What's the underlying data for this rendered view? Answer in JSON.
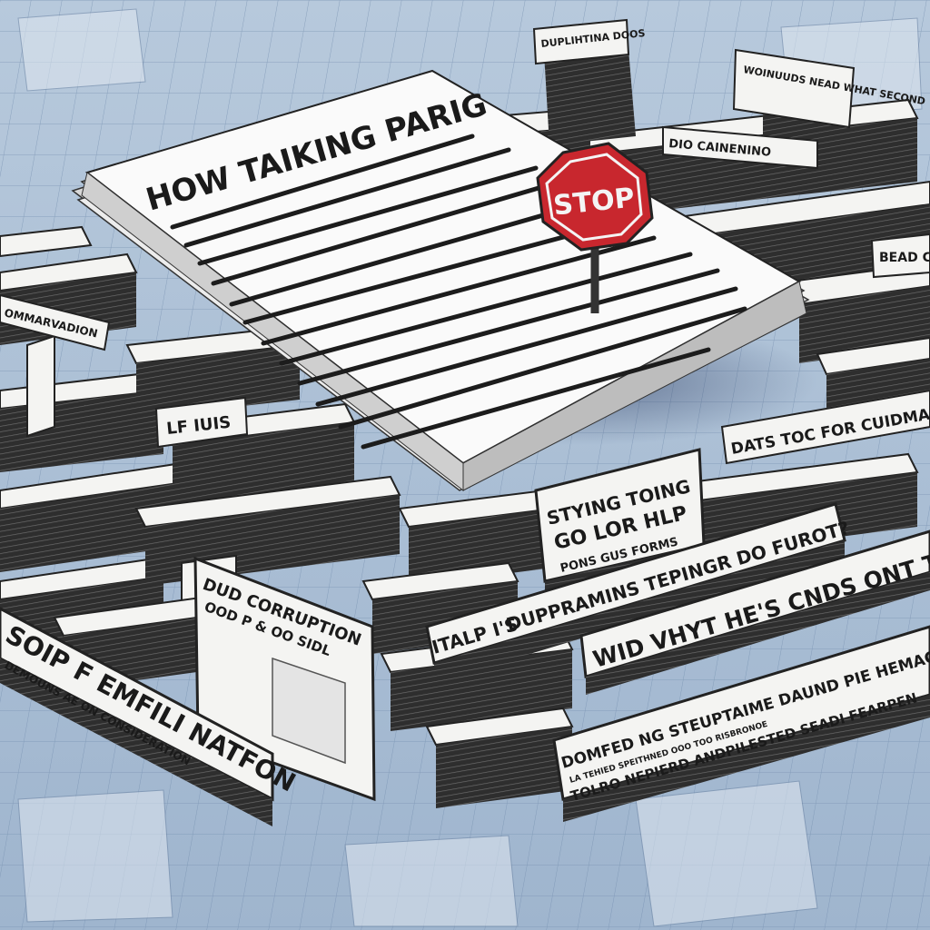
{
  "document": {
    "title": "HOW TAIKING PARIG"
  },
  "stop_sign": {
    "text": "STOP",
    "color": "#c8272e"
  },
  "labels": {
    "top_center": "DUPLIHTINA DOOS",
    "top_right": "WOINUUDS NEAD WHAT SECOND",
    "right_upper": "DIO CAINENINO",
    "right_edge": "BEAD CA",
    "left_upper": "OMMARVADION",
    "left_mid": "LF IUIS",
    "right_mid": "DATS TOC FOR CUIDMANTHER",
    "center_sign_line1": "STYING TOING",
    "center_sign_line2": "GO LOR HLP",
    "center_sign_line3": "PONS GUS FORMS",
    "center_long": "DUPPRAMINS TEPINGR DO FUROT?",
    "prefix_fragment": "ITALP I'S",
    "right_long": "WID VHYT HE'S CNDS ONT TO FF",
    "left_panel_line1": "DUD CORRUPTION",
    "left_panel_line2": "OOD P & OO SIDL",
    "left_bottom_line1": "SOIP F EMFILI NATFON",
    "left_bottom_line2": "DEMOUNS AE ON CONSIDERATION",
    "bottom_right_line1": "DOMFED NG STEUPTAIME DAUND PIE HEMACG",
    "bottom_right_line2": "LA TEHIED SPEITHNED OOO TOO RISBRONOE",
    "bottom_right_line3": "TOLRO NEPIERD ANDPILESTED SEADI FEARPEN"
  },
  "colors": {
    "background": "#a9bfd6",
    "grid": "#6f88a8",
    "wall_top": "#f4f4f2",
    "wall_side": "#3a3a3a",
    "paper": "#fafafa",
    "ink": "#1c1c1c"
  }
}
